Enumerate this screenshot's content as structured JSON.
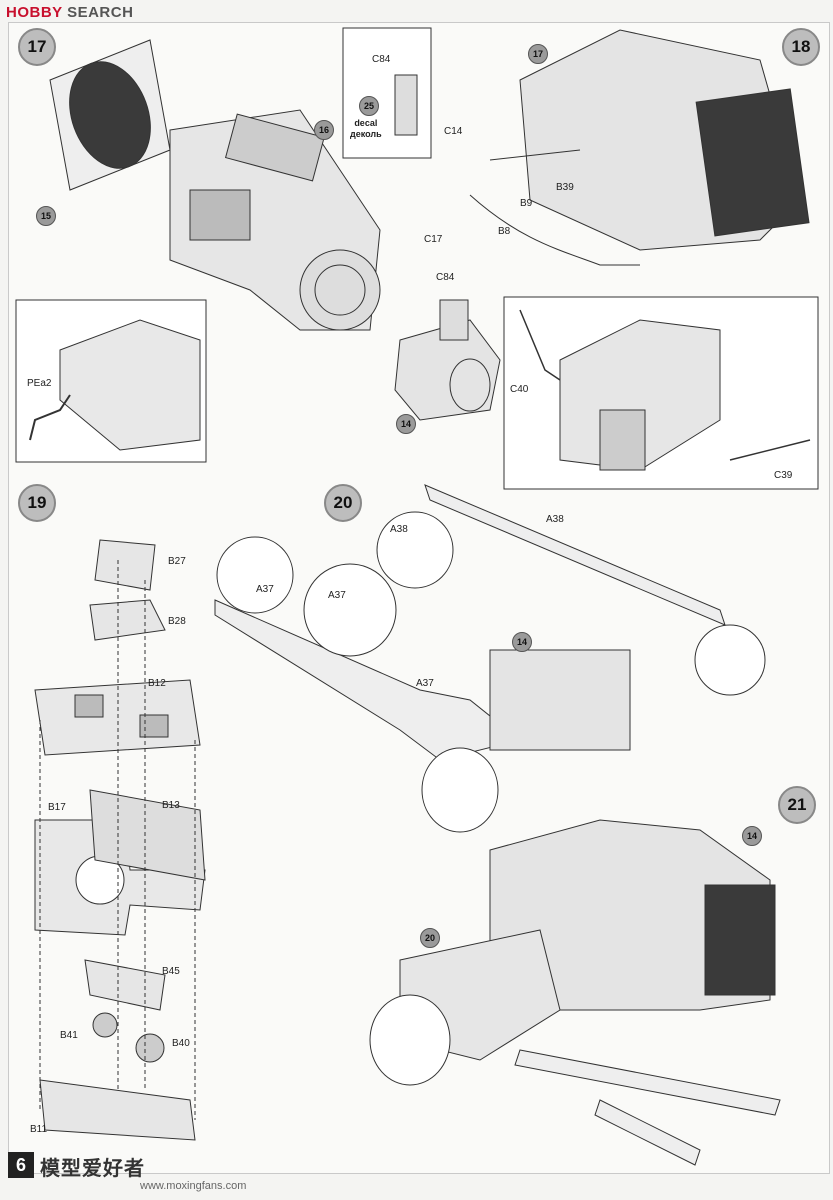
{
  "header": {
    "logo_brand": "HOBBY",
    "logo_suffix": "SEARCH"
  },
  "page": {
    "number": "6",
    "watermark": "模型爱好者",
    "watermark_url": "www.moxingfans.com"
  },
  "steps": {
    "s17": "17",
    "s18": "18",
    "s19": "19",
    "s20": "20",
    "s21": "21"
  },
  "refs": {
    "r15": "15",
    "r16": "16",
    "r14a": "14",
    "r17": "17",
    "r14b": "14",
    "r14c": "14",
    "r20": "20",
    "r25": "25"
  },
  "decal": {
    "en": "decal",
    "ru": "деколь"
  },
  "labels": {
    "c84_inset": "C84",
    "c14": "C14",
    "b39": "B39",
    "b9": "B9",
    "b8": "B8",
    "c17": "C17",
    "c84": "C84",
    "pea2": "PEa2",
    "c40": "C40",
    "c39": "C39",
    "b27": "B27",
    "b28": "B28",
    "b12": "B12",
    "b17": "B17",
    "b13": "B13",
    "b45": "B45",
    "b41": "B41",
    "b40": "B40",
    "b11": "B11",
    "a38_inset": "A38",
    "a37_inset1": "A37",
    "a37_inset2": "A37",
    "a38": "A38",
    "a37": "A37"
  },
  "colors": {
    "badge": "#bdbdbd",
    "logo_red": "#c8102e",
    "line": "#333333"
  }
}
